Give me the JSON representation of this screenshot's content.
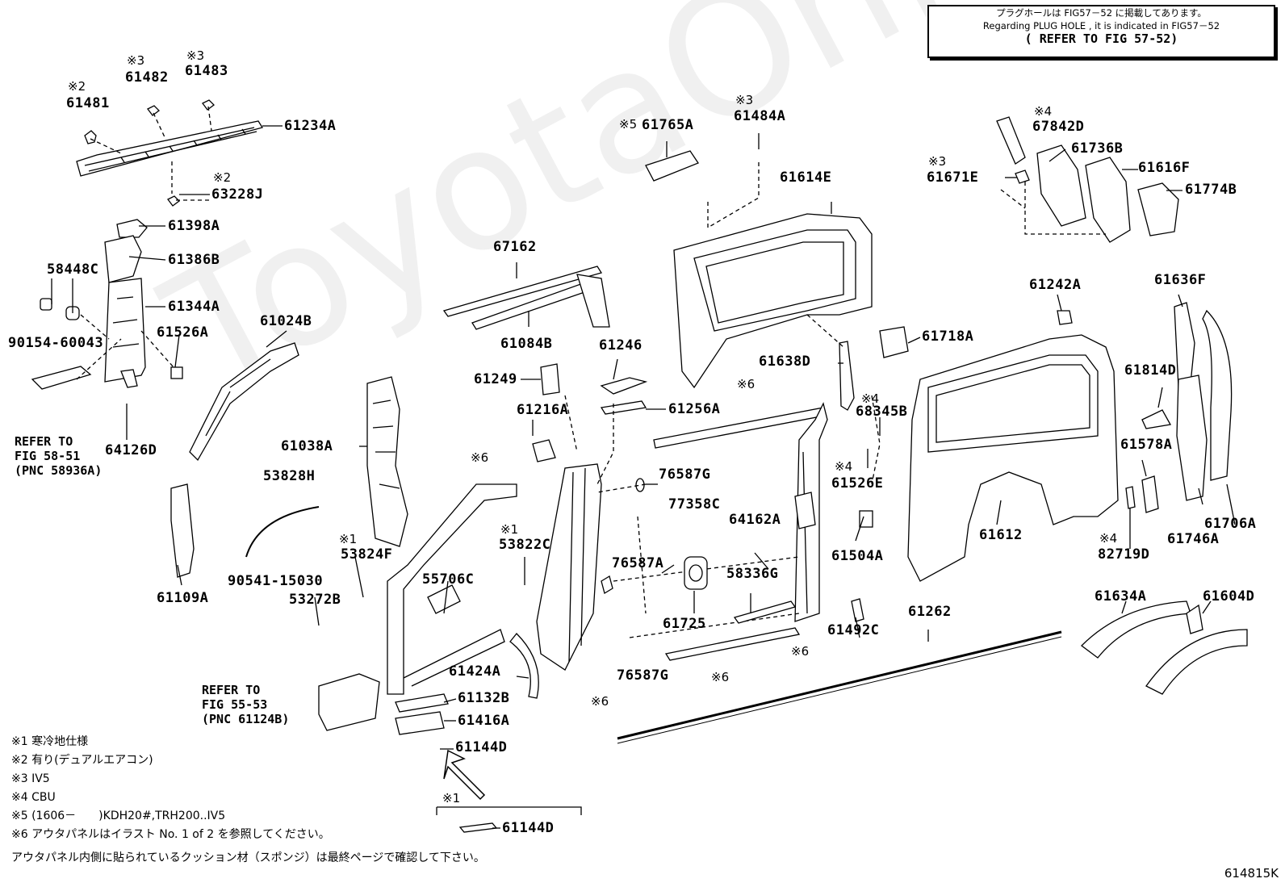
{
  "header_note": {
    "line1": "プラグホールは FIG57－52 に掲載してあります。",
    "line2": "Regarding PLUG HOLE , it is indicated in FIG57－52",
    "line3": "( REFER TO FIG 57-52)"
  },
  "watermark": "ToyotaOnline.ru",
  "figure_number": "614815K",
  "parts": [
    {
      "id": "61481",
      "mark": "※2"
    },
    {
      "id": "61482",
      "mark": "※3"
    },
    {
      "id": "61483",
      "mark": "※3"
    },
    {
      "id": "61234A"
    },
    {
      "id": "63228J",
      "mark": "※2"
    },
    {
      "id": "61398A"
    },
    {
      "id": "61386B"
    },
    {
      "id": "58448C"
    },
    {
      "id": "61344A"
    },
    {
      "id": "90154-60043"
    },
    {
      "id": "61526A"
    },
    {
      "id": "61024B"
    },
    {
      "id": "64126D"
    },
    {
      "id": "61038A"
    },
    {
      "id": "53828H"
    },
    {
      "id": "61109A"
    },
    {
      "id": "53824F",
      "mark": "※1"
    },
    {
      "id": "90541-15030"
    },
    {
      "id": "53272B"
    },
    {
      "id": "55706C"
    },
    {
      "id": "53822C",
      "mark": "※1"
    },
    {
      "id": "67162"
    },
    {
      "id": "61084B"
    },
    {
      "id": "61249"
    },
    {
      "id": "61246"
    },
    {
      "id": "61216A"
    },
    {
      "id": "61256A"
    },
    {
      "id": "76587G"
    },
    {
      "id": "61765A",
      "mark": "※5"
    },
    {
      "id": "61484A",
      "mark": "※3"
    },
    {
      "id": "61614E"
    },
    {
      "id": "61638D"
    },
    {
      "id": "68345B",
      "mark": "※4"
    },
    {
      "id": "61526E",
      "mark": "※4"
    },
    {
      "id": "77358C"
    },
    {
      "id": "64162A"
    },
    {
      "id": "76587A"
    },
    {
      "id": "58336G"
    },
    {
      "id": "61504A"
    },
    {
      "id": "61725"
    },
    {
      "id": "61492C"
    },
    {
      "id": "61424A"
    },
    {
      "id": "61132B"
    },
    {
      "id": "61416A"
    },
    {
      "id": "61144D"
    },
    {
      "id": "61262"
    },
    {
      "id": "67842D",
      "mark": "※4"
    },
    {
      "id": "61736B"
    },
    {
      "id": "61671E",
      "mark": "※3"
    },
    {
      "id": "61616F"
    },
    {
      "id": "61774B"
    },
    {
      "id": "61242A"
    },
    {
      "id": "61718A"
    },
    {
      "id": "61636F"
    },
    {
      "id": "61814D"
    },
    {
      "id": "61578A"
    },
    {
      "id": "61612"
    },
    {
      "id": "82719D",
      "mark": "※4"
    },
    {
      "id": "61746A"
    },
    {
      "id": "61706A"
    },
    {
      "id": "61634A"
    },
    {
      "id": "61604D"
    }
  ],
  "labels": {
    "p61481": "61481",
    "m61481": "※2",
    "p61482": "61482",
    "m61482": "※3",
    "p61483": "61483",
    "m61483": "※3",
    "p61234A": "61234A",
    "p63228J": "63228J",
    "m63228J": "※2",
    "p61398A": "61398A",
    "p61386B": "61386B",
    "p58448C": "58448C",
    "p61344A": "61344A",
    "p90154": "90154-60043",
    "p61526A": "61526A",
    "p61024B": "61024B",
    "p64126D": "64126D",
    "p61038A": "61038A",
    "p53828H": "53828H",
    "p61109A": "61109A",
    "p53824F": "53824F",
    "m53824F": "※1",
    "p90541": "90541-15030",
    "p53272B": "53272B",
    "p55706C": "55706C",
    "p53822C": "53822C",
    "m53822C": "※1",
    "p67162": "67162",
    "p61084B": "61084B",
    "p61249": "61249",
    "p61246": "61246",
    "p61216A": "61216A",
    "p61256A": "61256A",
    "m61256A": "※6",
    "p76587G_1": "76587G",
    "p61765A": "61765A",
    "m61765A": "※5",
    "p61484A": "61484A",
    "m61484A": "※3",
    "p61614E": "61614E",
    "p61638D": "61638D",
    "p68345B": "68345B",
    "m68345B": "※4",
    "p61526E": "61526E",
    "m61526E": "※4",
    "p77358C": "77358C",
    "p64162A": "64162A",
    "p76587A": "76587A",
    "p58336G": "58336G",
    "p61504A": "61504A",
    "p61725": "61725",
    "p61492C": "61492C",
    "p61424A": "61424A",
    "p61132B": "61132B",
    "p61416A": "61416A",
    "p61144D_1": "61144D",
    "p76587G_2": "76587G",
    "p61262": "61262",
    "p67842D": "67842D",
    "m67842D": "※4",
    "p61736B": "61736B",
    "p61671E": "61671E",
    "m61671E": "※3",
    "p61616F": "61616F",
    "p61774B": "61774B",
    "p61242A": "61242A",
    "p61718A": "61718A",
    "p61636F": "61636F",
    "p61814D": "61814D",
    "p61578A": "61578A",
    "p61612": "61612",
    "p82719D": "82719D",
    "m82719D": "※4",
    "p61746A": "61746A",
    "p61706A": "61706A",
    "p61634A": "61634A",
    "p61604D": "61604D",
    "p61144D_2": "61144D",
    "m61144D_2": "※1",
    "m6_a": "※6",
    "m6_b": "※6",
    "m6_c": "※6",
    "m6_d": "※6"
  },
  "references": {
    "ref1": [
      "REFER TO",
      "FIG 58-51",
      "(PNC 58936A)"
    ],
    "ref2": [
      "REFER TO",
      "FIG 55-53",
      "(PNC 61124B)"
    ]
  },
  "footnotes": [
    "※1 寒冷地仕様",
    "※2 有り(デュアルエアコン)",
    "※3 IV5",
    "※4 CBU",
    "※5 (1606－　　)KDH20#,TRH200..IV5",
    "※6 アウタパネルはイラスト No. 1 of 2 を参照してください。",
    "アウタパネル内側に貼られているクッション材（スポンジ）は最終ページで確認して下さい。"
  ]
}
